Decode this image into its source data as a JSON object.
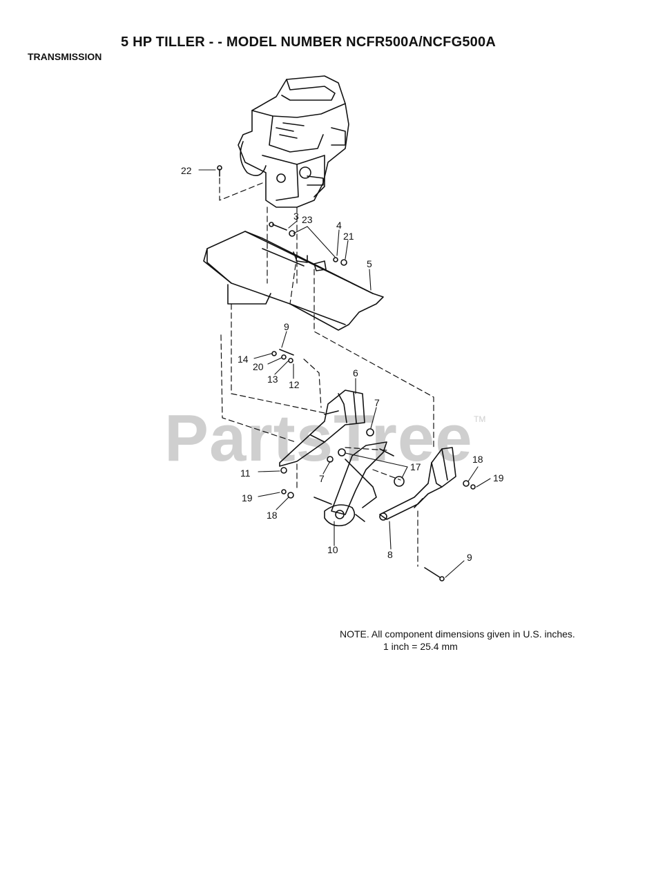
{
  "header": {
    "title": "5 HP TILLER - - MODEL NUMBER NCFR500A/NCFG500A",
    "section": "TRANSMISSION"
  },
  "watermark": {
    "text": "PartsTree",
    "tm": "TM"
  },
  "note": {
    "line1": "NOTE.  All component dimensions given in U.S. inches.",
    "line2": "1 inch = 25.4 mm"
  },
  "callouts": [
    {
      "id": "c22",
      "text": "22"
    },
    {
      "id": "c3",
      "text": "3"
    },
    {
      "id": "c23",
      "text": "23"
    },
    {
      "id": "c4",
      "text": "4"
    },
    {
      "id": "c21",
      "text": "21"
    },
    {
      "id": "c5",
      "text": "5"
    },
    {
      "id": "c9a",
      "text": "9"
    },
    {
      "id": "c14",
      "text": "14"
    },
    {
      "id": "c20",
      "text": "20"
    },
    {
      "id": "c13",
      "text": "13"
    },
    {
      "id": "c12",
      "text": "12"
    },
    {
      "id": "c6",
      "text": "6"
    },
    {
      "id": "c7a",
      "text": "7"
    },
    {
      "id": "c17",
      "text": "17"
    },
    {
      "id": "c7b",
      "text": "7"
    },
    {
      "id": "c11",
      "text": "11"
    },
    {
      "id": "c18a",
      "text": "18"
    },
    {
      "id": "c19a",
      "text": "19"
    },
    {
      "id": "c19b",
      "text": "19"
    },
    {
      "id": "c18b",
      "text": "18"
    },
    {
      "id": "c10",
      "text": "10"
    },
    {
      "id": "c8",
      "text": "8"
    },
    {
      "id": "c9b",
      "text": "9"
    }
  ]
}
